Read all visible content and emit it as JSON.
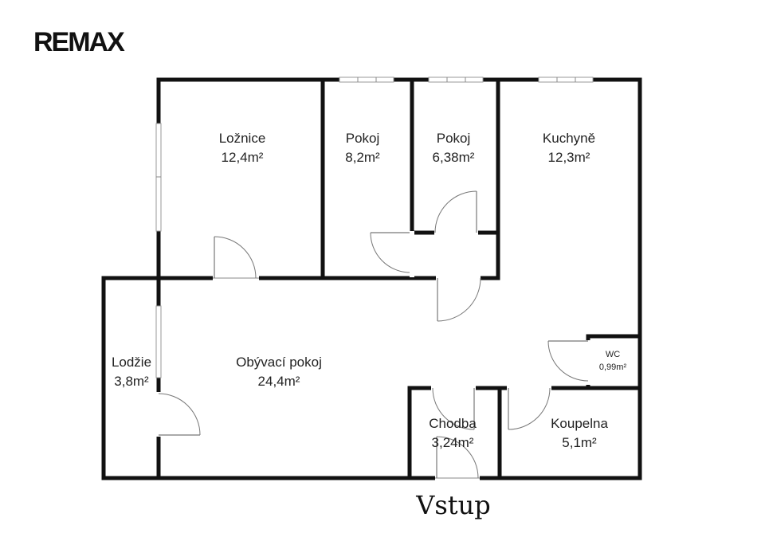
{
  "logo": {
    "text": "REMAX"
  },
  "entrance_label": "Vstup",
  "rooms": {
    "loznice": {
      "name": "Ložnice",
      "area": "12,4m²"
    },
    "pokoj1": {
      "name": "Pokoj",
      "area": "8,2m²"
    },
    "pokoj2": {
      "name": "Pokoj",
      "area": "6,38m²"
    },
    "kuchyne": {
      "name": "Kuchyně",
      "area": "12,3m²"
    },
    "wc": {
      "name": "WC",
      "area": "0,99m²"
    },
    "lodzie": {
      "name": "Lodžie",
      "area": "3,8m²"
    },
    "obyvaci": {
      "name": "Obývací pokoj",
      "area": "24,4m²"
    },
    "chodba": {
      "name": "Chodba",
      "area": "3,24m²"
    },
    "koupelna": {
      "name": "Koupelna",
      "area": "5,1m²"
    }
  }
}
